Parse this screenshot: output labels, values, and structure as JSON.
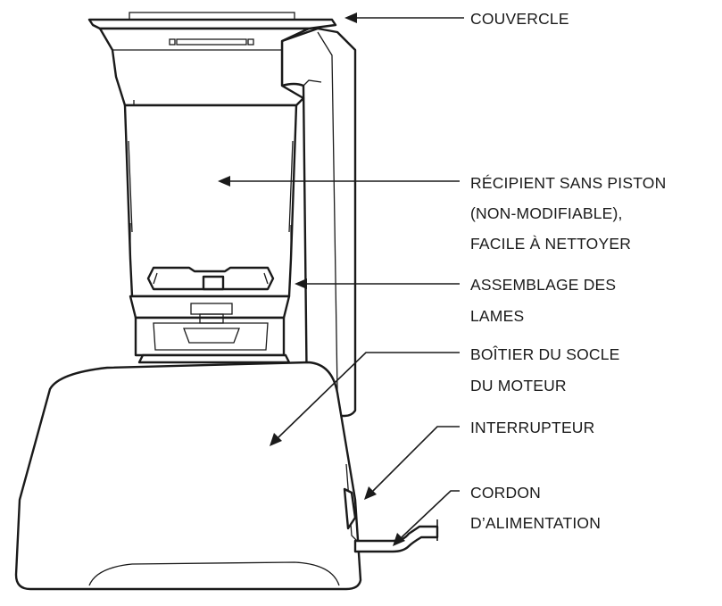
{
  "callouts": [
    {
      "id": "lid",
      "lines": [
        "COUVERCLE"
      ]
    },
    {
      "id": "container",
      "lines": [
        "RÉCIPIENT SANS PISTON",
        "(NON-MODIFIABLE),",
        "FACILE À NETTOYER"
      ]
    },
    {
      "id": "blade-assembly",
      "lines": [
        "ASSEMBLAGE DES",
        "LAMES"
      ]
    },
    {
      "id": "motor-base",
      "lines": [
        "BOÎTIER DU SOCLE",
        "DU MOTEUR"
      ]
    },
    {
      "id": "switch",
      "lines": [
        "INTERRUPTEUR"
      ]
    },
    {
      "id": "power-cord",
      "lines": [
        "CORDON",
        "D’ALIMENTATION"
      ]
    }
  ],
  "colors": {
    "ink": "#1a1a1a",
    "background": "#ffffff"
  }
}
